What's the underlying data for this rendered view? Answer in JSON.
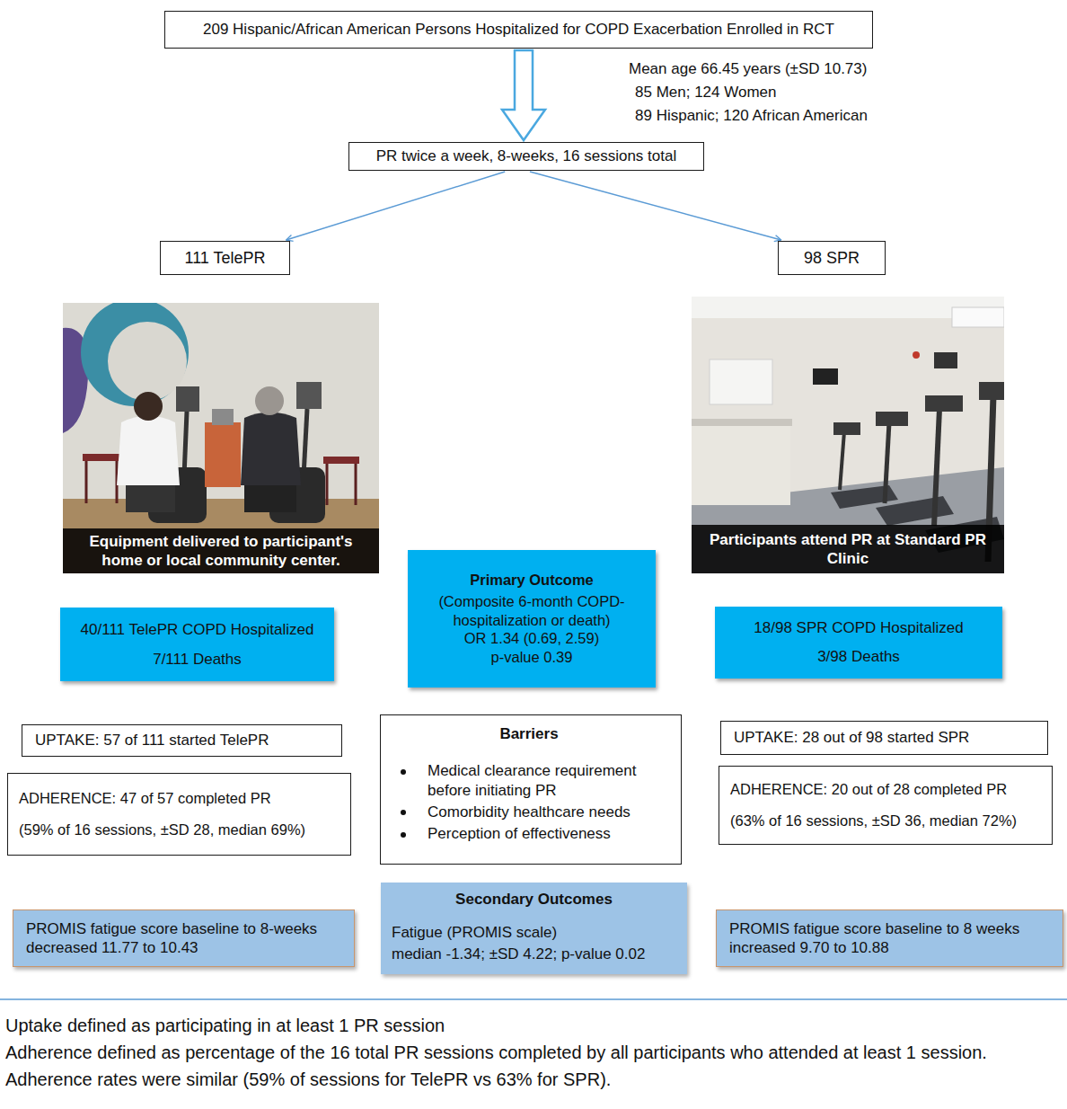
{
  "diagram": {
    "nodes": [
      {
        "text": [
          "209 Hispanic/African American Persons Hospitalized for COPD Exacerbation Enrolled in RCT"
        ]
      },
      {
        "text": [
          "PR twice a week, 8-weeks, 16 sessions total"
        ]
      },
      {
        "text": [
          "111 TelePR"
        ]
      },
      {
        "text": [
          "98 SPR"
        ]
      },
      {
        "text": [
          "Equipment delivered to participant's home or local community center."
        ]
      },
      {
        "text": [
          "Participants attend PR at Standard PR Clinic"
        ]
      },
      {
        "text": [
          "40/111 TelePR COPD Hospitalized",
          "7/111 Deaths"
        ]
      },
      {
        "text": [
          "Primary Outcome",
          "(Composite 6-month COPD-hospitalization or death)",
          "OR 1.34 (0.69, 2.59)",
          "p-value 0.39"
        ]
      },
      {
        "text": [
          "18/98 SPR COPD Hospitalized",
          "3/98 Deaths"
        ]
      },
      {
        "text": [
          "UPTAKE: 57 of 111 started TelePR"
        ]
      },
      {
        "text": [
          "Barriers",
          "Medical clearance requirement before initiating PR",
          "Comorbidity healthcare needs",
          "Perception of effectiveness"
        ]
      },
      {
        "text": [
          "UPTAKE: 28 out of 98 started SPR"
        ]
      },
      {
        "text": [
          "ADHERENCE: 47 of 57 completed PR",
          "(59% of 16 sessions, ±SD 28, median 69%)"
        ]
      },
      {
        "text": [
          "ADHERENCE: 20 out of 28 completed PR",
          "(63% of 16 sessions, ±SD 36, median 72%)"
        ]
      },
      {
        "text": [
          "PROMIS fatigue score baseline to 8-weeks decreased 11.77 to 10.43"
        ]
      },
      {
        "text": [
          "Secondary Outcomes",
          "Fatigue (PROMIS scale)",
          "median -1.34; ±SD 4.22; p-value 0.02"
        ]
      },
      {
        "text": [
          "PROMIS fatigue score baseline to 8 weeks increased 9.70 to 10.88"
        ]
      }
    ],
    "edges": [
      {
        "from": 0,
        "to": 1,
        "arrow": "to"
      },
      {
        "from": 1,
        "to": 2,
        "arrow": "to"
      },
      {
        "from": 1,
        "to": 3,
        "arrow": "to"
      }
    ],
    "labels": [
      "Mean age 66.45 years (±SD 10.73)",
      "85 Men; 124 Women",
      "89 Hispanic; 120 African American",
      "Uptake defined as participating in at least 1 PR session",
      "Adherence defined as percentage of the 16 total PR sessions completed by all participants who attended at least 1 session. Adherence rates were similar (59% of sessions for TelePR vs 63% for SPR)."
    ]
  }
}
